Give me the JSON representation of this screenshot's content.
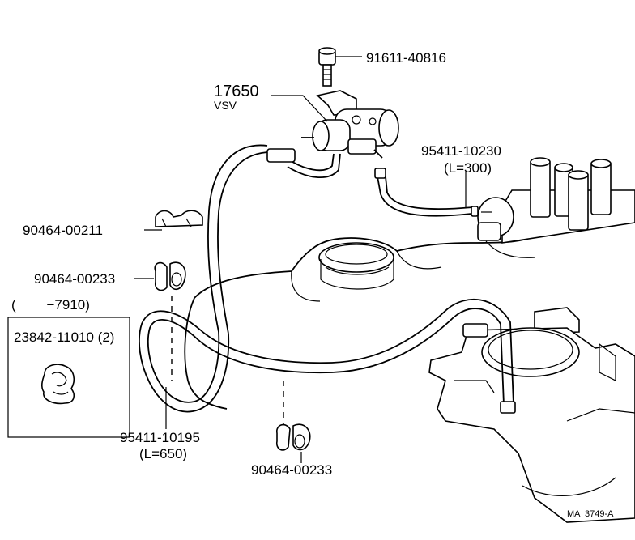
{
  "labels": {
    "bolt": "91611-40816",
    "vsv_number": "17650",
    "vsv_name": "VSV",
    "hose_short": "95411-10230",
    "hose_short_len": "(L=300)",
    "clamp_upper": "90464-00211",
    "clamp_mid": "90464-00233",
    "inset_range": "(        −7910)",
    "inset_part": "23842-11010 (2)",
    "hose_long": "95411-10195",
    "hose_long_len": "(L=650)",
    "clamp_lower": "90464-00233",
    "drawing_code": "MA  3749-A"
  }
}
